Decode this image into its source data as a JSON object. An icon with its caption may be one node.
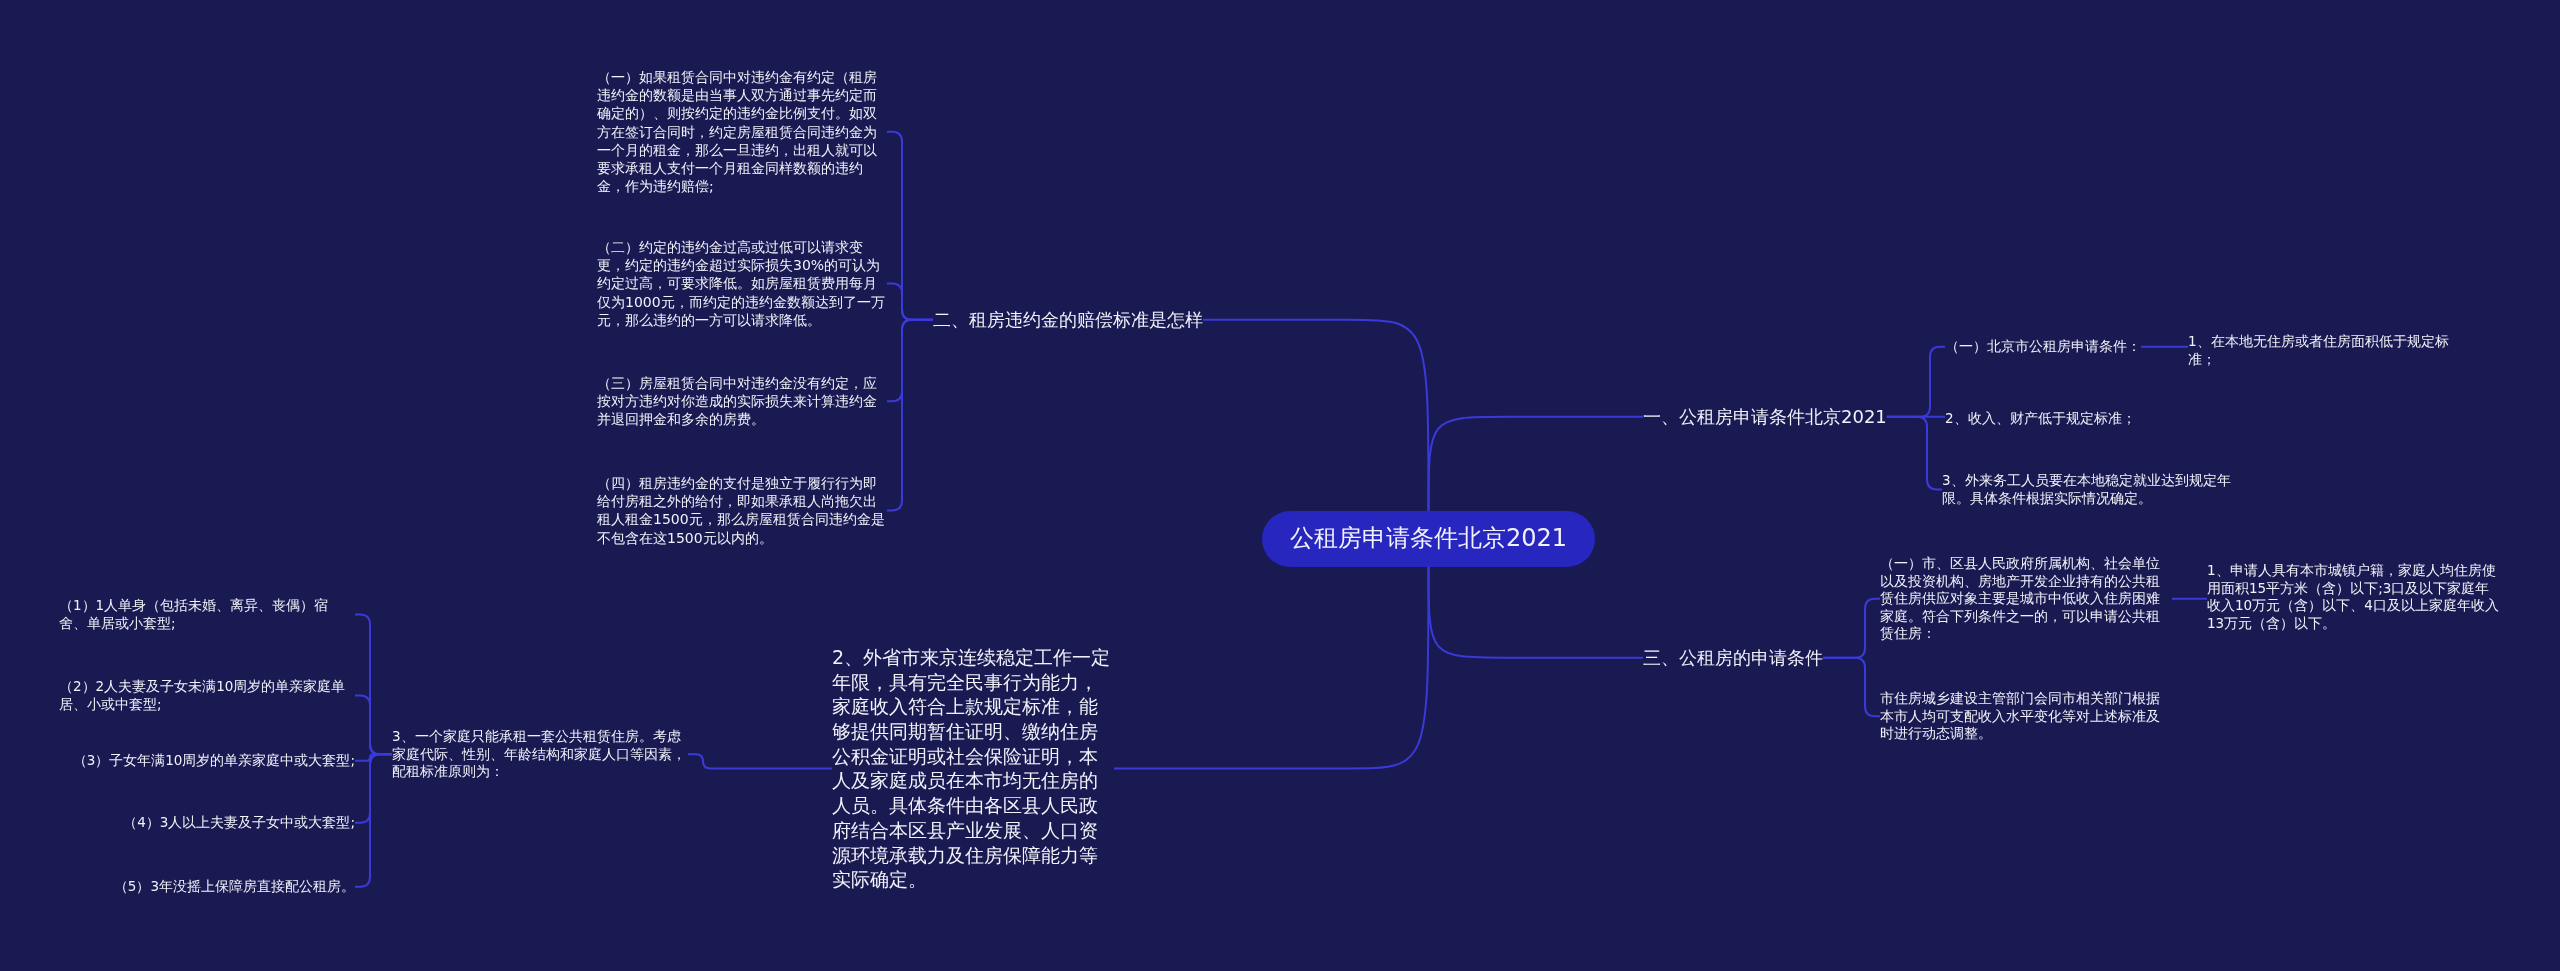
{
  "diagram": {
    "nodes": [
      {
        "text": [
          "公租房申请条件北京2021"
        ]
      },
      {
        "text": [
          "二、租房违约金的赔偿标准是怎样"
        ]
      },
      {
        "text": [
          "（一）如果租赁合同中对违约金有约定（租房违约金的数额是由当事人双方通过事先约定而确定的）、则按约定的违约金比例支付。如双方在签订合同时，约定房屋租赁合同违约金为一个月的租金，那么一旦违约，出租人就可以要求承租人支付一个月租金同样数额的违约金，作为违约赔偿;"
        ]
      },
      {
        "text": [
          "（二）约定的违约金过高或过低可以请求变更，约定的违约金超过实际损失30%的可认为约定过高，可要求降低。如房屋租赁费用每月仅为1000元，而约定的违约金数额达到了一万元，那么违约的一方可以请求降低。"
        ]
      },
      {
        "text": [
          "（三）房屋租赁合同中对违约金没有约定，应按对方违约对你造成的实际损失来计算违约金并退回押金和多余的房费。"
        ]
      },
      {
        "text": [
          "（四）租房违约金的支付是独立于履行行为即给付房租之外的给付，即如果承租人尚拖欠出租人租金1500元，那么房屋租赁合同违约金是不包含在这1500元以内的。"
        ]
      },
      {
        "text": [
          "一、公租房申请条件北京2021"
        ]
      },
      {
        "text": [
          "（一）北京市公租房申请条件："
        ]
      },
      {
        "text": [
          "1、在本地无住房或者住房面积低于规定标准；"
        ]
      },
      {
        "text": [
          "2、收入、财产低于规定标准；"
        ]
      },
      {
        "text": [
          "3、外来务工人员要在本地稳定就业达到规定年限。具体条件根据实际情况确定。"
        ]
      },
      {
        "text": [
          "三、公租房的申请条件"
        ]
      },
      {
        "text": [
          "（一）市、区县人民政府所属机构、社会单位以及投资机构、房地产开发企业持有的公共租赁住房供应对象主要是城市中低收入住房困难家庭。符合下列条件之一的，可以申请公共租赁住房："
        ]
      },
      {
        "text": [
          "1、申请人具有本市城镇户籍，家庭人均住房使用面积15平方米（含）以下;3口及以下家庭年收入10万元（含）以下、4口及以上家庭年收入13万元（含）以下。"
        ]
      },
      {
        "text": [
          "市住房城乡建设主管部门会同市相关部门根据本市人均可支配收入水平变化等对上述标准及时进行动态调整。"
        ]
      },
      {
        "text": [
          "2、外省市来京连续稳定工作一定年限，具有完全民事行为能力，家庭收入符合上款规定标准，能够提供同期暂住证明、缴纳住房公积金证明或社会保险证明，本人及家庭成员在本市均无住房的人员。具体条件由各区县人民政府结合本区县产业发展、人口资源环境承载力及住房保障能力等实际确定。"
        ]
      },
      {
        "text": [
          "3、一个家庭只能承租一套公共租赁住房。考虑家庭代际、性别、年龄结构和家庭人口等因素，配租标准原则为："
        ]
      },
      {
        "text": [
          "（1）1人单身（包括未婚、离异、丧偶）宿舍、单居或小套型;"
        ]
      },
      {
        "text": [
          "（2）2人夫妻及子女未满10周岁的单亲家庭单居、小或中套型;"
        ]
      },
      {
        "text": [
          "（3）子女年满10周岁的单亲家庭中或大套型;"
        ]
      },
      {
        "text": [
          "（4）3人以上夫妻及子女中或大套型;"
        ]
      },
      {
        "text": [
          "（5）3年没摇上保障房直接配公租房。"
        ]
      }
    ],
    "edges": [
      {
        "from": 0,
        "to": 1,
        "arrow": "none"
      },
      {
        "from": 0,
        "to": 6,
        "arrow": "none"
      },
      {
        "from": 0,
        "to": 11,
        "arrow": "none"
      },
      {
        "from": 0,
        "to": 15,
        "arrow": "none"
      },
      {
        "from": 1,
        "to": 2,
        "arrow": "none"
      },
      {
        "from": 1,
        "to": 3,
        "arrow": "none"
      },
      {
        "from": 1,
        "to": 4,
        "arrow": "none"
      },
      {
        "from": 1,
        "to": 5,
        "arrow": "none"
      },
      {
        "from": 6,
        "to": 7,
        "arrow": "none"
      },
      {
        "from": 6,
        "to": 9,
        "arrow": "none"
      },
      {
        "from": 6,
        "to": 10,
        "arrow": "none"
      },
      {
        "from": 7,
        "to": 8,
        "arrow": "none"
      },
      {
        "from": 11,
        "to": 12,
        "arrow": "none"
      },
      {
        "from": 11,
        "to": 14,
        "arrow": "none"
      },
      {
        "from": 12,
        "to": 13,
        "arrow": "none"
      },
      {
        "from": 15,
        "to": 16,
        "arrow": "none"
      },
      {
        "from": 16,
        "to": 17,
        "arrow": "none"
      },
      {
        "from": 16,
        "to": 18,
        "arrow": "none"
      },
      {
        "from": 16,
        "to": 19,
        "arrow": "none"
      },
      {
        "from": 16,
        "to": 20,
        "arrow": "none"
      },
      {
        "from": 16,
        "to": 21,
        "arrow": "none"
      }
    ]
  }
}
